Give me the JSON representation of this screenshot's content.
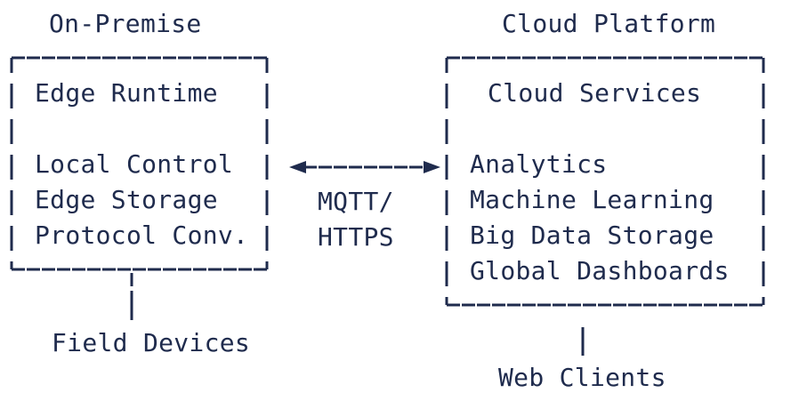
{
  "colors": {
    "ink": "#1f2b4d",
    "background": "#ffffff"
  },
  "on_premise": {
    "title": "On-Premise",
    "box": {
      "header": "Edge Runtime",
      "items": [
        "Local Control",
        "Edge Storage",
        "Protocol Conv."
      ]
    },
    "external_node": "Field Devices"
  },
  "cloud": {
    "title": "Cloud Platform",
    "box": {
      "header": "Cloud Services",
      "items": [
        "Analytics",
        "Machine Learning",
        "Big Data Storage",
        "Global Dashboards"
      ]
    },
    "external_node": "Web Clients"
  },
  "link": {
    "protocols": [
      "MQTT/",
      "HTTPS"
    ]
  }
}
